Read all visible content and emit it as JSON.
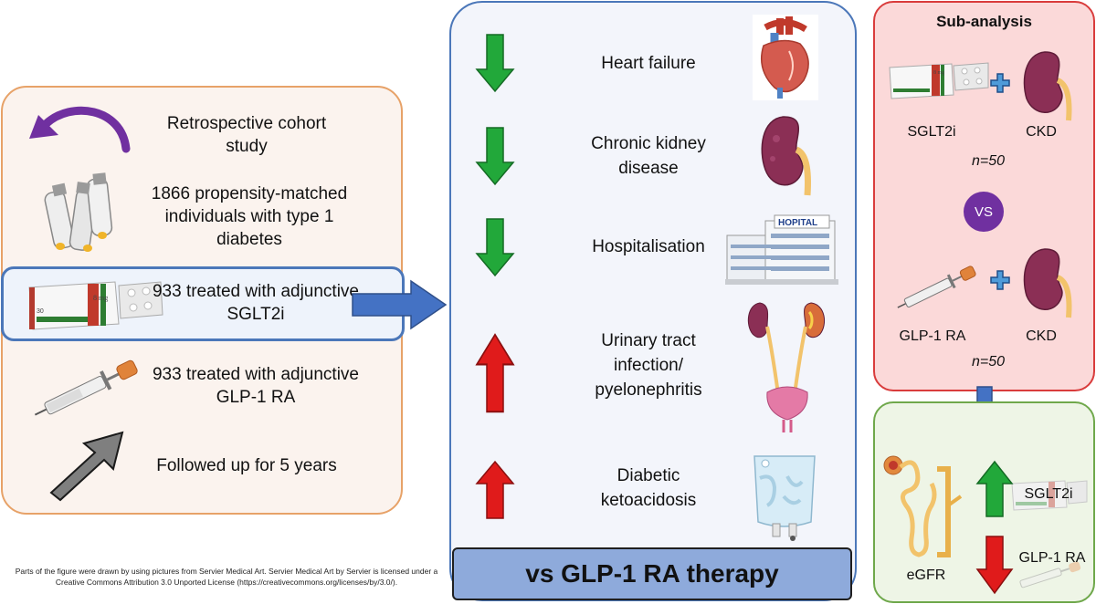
{
  "left": {
    "study_design": "Retrospective cohort study",
    "population": "1866 propensity-matched individuals with type 1 diabetes",
    "sglt2i_group": "933 treated with adjunctive SGLT2i",
    "glp1_group": "933 treated with adjunctive GLP-1 RA",
    "follow_up": "Followed up for 5 years"
  },
  "middle": {
    "outcomes": [
      {
        "label": "Heart failure",
        "direction": "down",
        "icon": "heart-icon"
      },
      {
        "label": "Chronic kidney disease",
        "direction": "down",
        "icon": "kidney-icon"
      },
      {
        "label": "Hospitalisation",
        "direction": "down",
        "icon": "hospital-icon"
      },
      {
        "label": "Urinary tract infection/ pyelonephritis",
        "direction": "up",
        "icon": "urinary-tract-icon"
      },
      {
        "label": "Diabetic ketoacidosis",
        "direction": "up",
        "icon": "iv-bag-icon"
      }
    ],
    "footer": "vs GLP-1 RA therapy"
  },
  "sub": {
    "title": "Sub-analysis",
    "drug1": "SGLT2i",
    "condition1": "CKD",
    "n1": "n=50",
    "vs": "VS",
    "drug2": "GLP-1 RA",
    "condition2": "CKD",
    "n2": "n=50"
  },
  "egfr": {
    "label": "eGFR",
    "up_label": "SGLT2i",
    "down_label": "GLP-1 RA"
  },
  "credit": "Parts of the figure were drawn by using pictures from Servier Medical Art. Servier Medical Art by Servier is licensed under a Creative Commons Attribution 3.0 Unported License (https://creativecommons.org/licenses/by/3.0/).",
  "colors": {
    "down_arrow": "#22a83a",
    "up_arrow": "#e01b1b",
    "flow_arrow": "#4472c4",
    "left_border": "#e7a268",
    "mid_border": "#4b77b9",
    "sub_border": "#d93c3c",
    "egfr_border": "#6fa84b",
    "vs_circle": "#7030a0"
  }
}
